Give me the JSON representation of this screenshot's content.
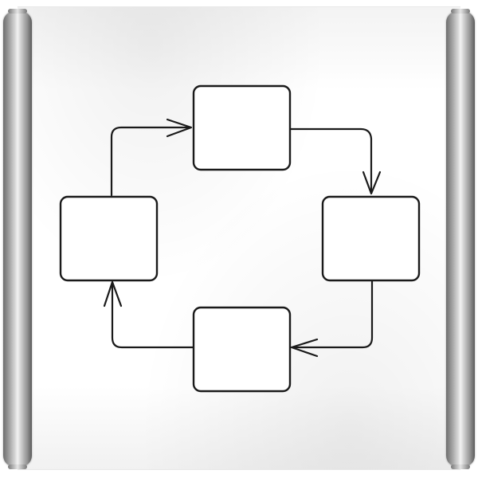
{
  "diagram": {
    "type": "cycle",
    "direction": "clockwise",
    "nodes": [
      {
        "id": "top",
        "label": ""
      },
      {
        "id": "right",
        "label": ""
      },
      {
        "id": "bottom",
        "label": ""
      },
      {
        "id": "left",
        "label": ""
      }
    ],
    "edges": [
      {
        "from": "left",
        "to": "top"
      },
      {
        "from": "top",
        "to": "right"
      },
      {
        "from": "right",
        "to": "bottom"
      },
      {
        "from": "bottom",
        "to": "left"
      }
    ],
    "stroke_color": "#1a1a1a",
    "box_fill": "#ffffff"
  },
  "banner": {
    "rod_color": "#9a9a9a",
    "sheet_color": "#ffffff"
  }
}
